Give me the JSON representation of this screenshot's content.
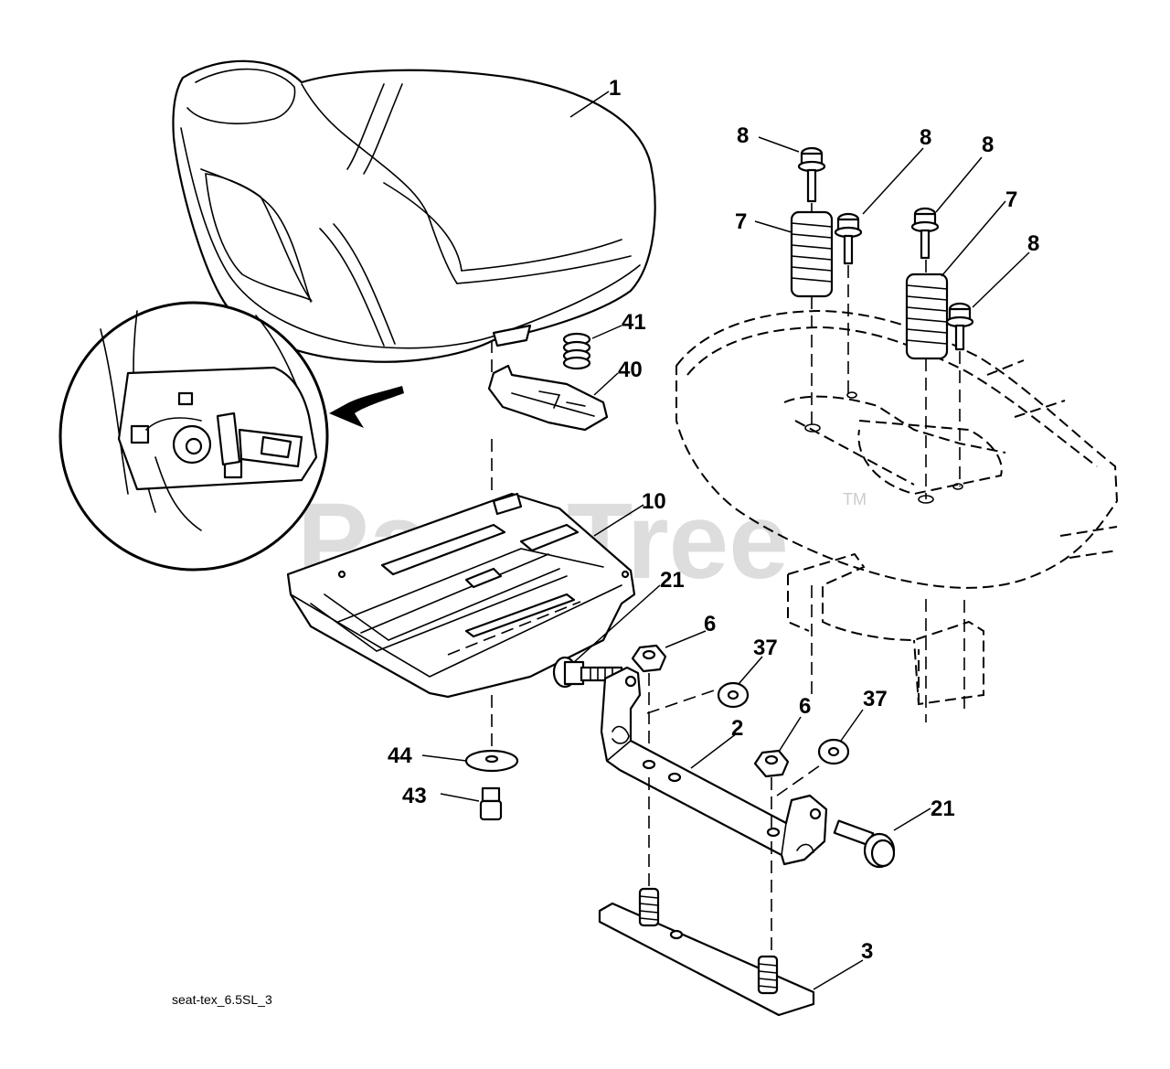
{
  "callouts": {
    "c1": "1",
    "c2": "2",
    "c3": "3",
    "c6a": "6",
    "c6b": "6",
    "c7a": "7",
    "c7b": "7",
    "c8a": "8",
    "c8b": "8",
    "c8c": "8",
    "c8d": "8",
    "c10": "10",
    "c21a": "21",
    "c21b": "21",
    "c37a": "37",
    "c37b": "37",
    "c40": "40",
    "c41": "41",
    "c43": "43",
    "c44": "44"
  },
  "caption": "seat-tex_6.5SL_3",
  "watermark": {
    "text": "PartsTree",
    "tm": "TM"
  }
}
